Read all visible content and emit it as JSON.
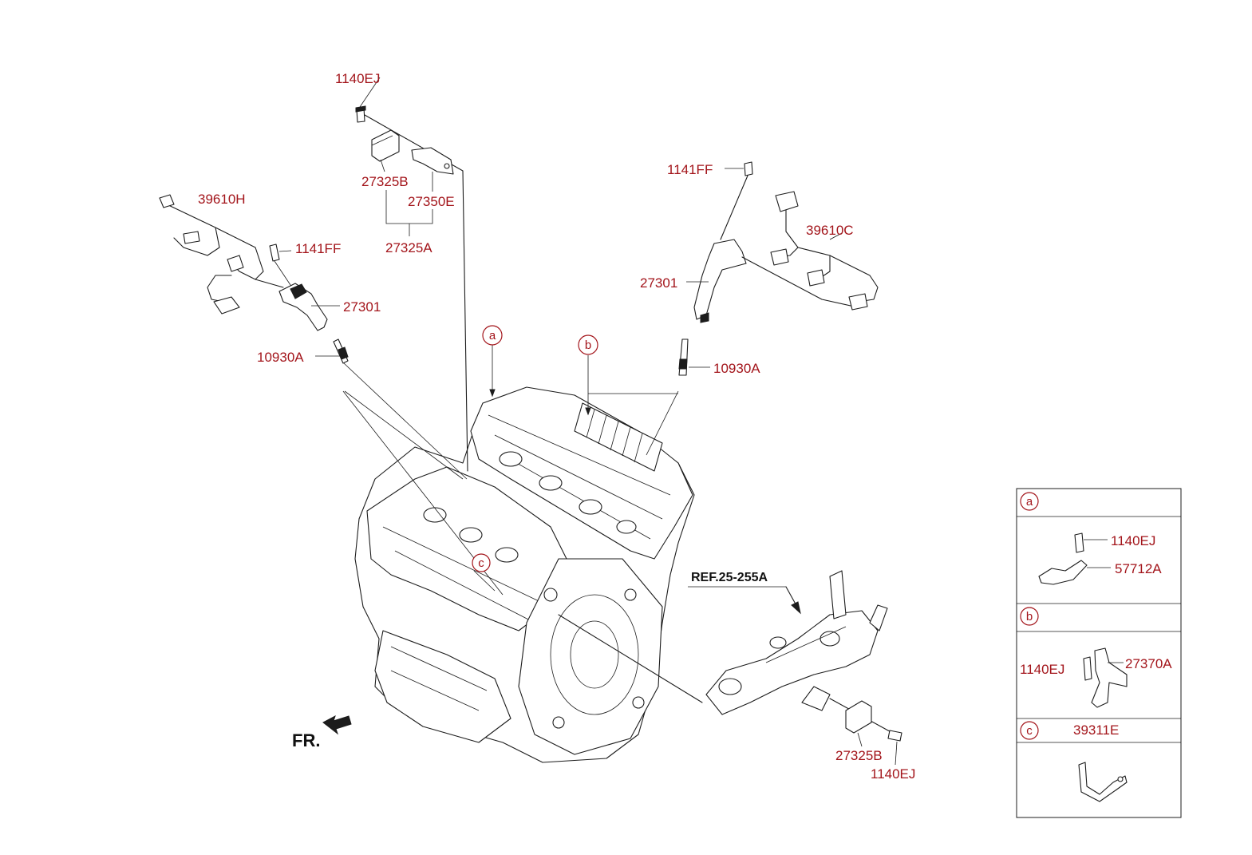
{
  "labels": {
    "top_bolt": "1140EJ",
    "sensor_top": "27325B",
    "bracket_top": "27350E",
    "sensor_assy": "27325A",
    "harness_left": "39610H",
    "bolt_left": "1141FF",
    "coil_left": "27301",
    "plug_left": "10930A",
    "bolt_right": "1141FF",
    "harness_right": "39610C",
    "coil_right": "27301",
    "plug_right": "10930A",
    "ref": "REF.25-255A",
    "sensor_bottom": "27325B",
    "bolt_bottom": "1140EJ",
    "front": "FR."
  },
  "callouts": {
    "a": "a",
    "b": "b",
    "c": "c"
  },
  "detail_panel": {
    "a": {
      "letter": "a",
      "bolt": "1140EJ",
      "bracket": "57712A"
    },
    "b": {
      "letter": "b",
      "bolt": "1140EJ",
      "bracket": "27370A"
    },
    "c": {
      "letter": "c",
      "bracket": "39311E"
    }
  }
}
